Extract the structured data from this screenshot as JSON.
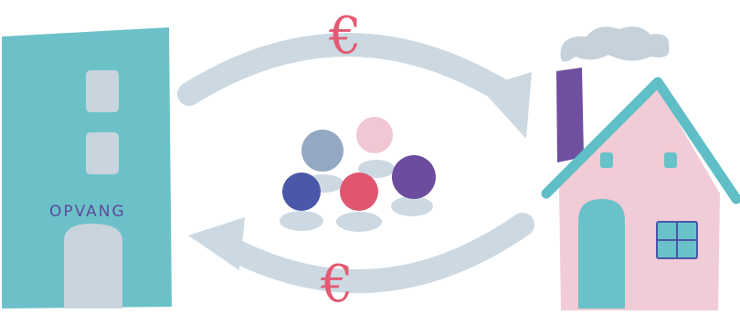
{
  "building": {
    "label": "OPVANG",
    "label_color": "#5a4c9c"
  },
  "money_flows": [
    {
      "symbol": "€",
      "direction": "to-house"
    },
    {
      "symbol": "€",
      "direction": "to-building"
    }
  ],
  "colors": {
    "building": "#6cc1c9",
    "windows": "#c9d4df",
    "arrows": "#ccd9e3",
    "euro": "#e25a72",
    "house_wall": "#f1cbd6",
    "roof": "#5fbec6",
    "chimney": "#6e4fa0",
    "smoke": "#c5d1db",
    "door": "#69c2c9",
    "person_blue": "#4b57a8",
    "person_gray_blue": "#93a8c3",
    "person_pink": "#f0c7d2",
    "person_red": "#e0566f",
    "person_purple": "#6b4c9e"
  }
}
